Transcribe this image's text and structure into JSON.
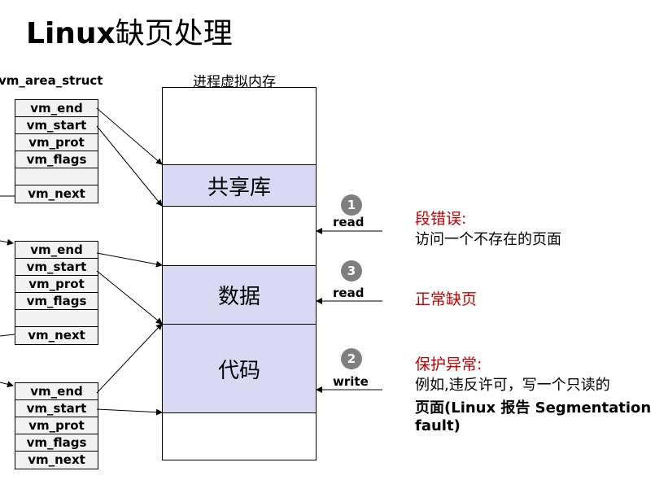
{
  "title": {
    "latin": "Linux",
    "cjk": "缺页处理"
  },
  "struct_label": "vm_area_struct",
  "memory_label": "进程虚拟内存",
  "structs": [
    {
      "rows": [
        "vm_end",
        "vm_start",
        "vm_prot",
        "vm_flags",
        "",
        "vm_next"
      ]
    },
    {
      "rows": [
        "vm_end",
        "vm_start",
        "vm_prot",
        "vm_flags",
        "",
        "vm_next"
      ]
    },
    {
      "rows": [
        "vm_end",
        "vm_start",
        "vm_prot",
        "vm_flags",
        "vm_next"
      ]
    }
  ],
  "regions": {
    "shared": "共享库",
    "data": "数据",
    "code": "代码"
  },
  "accesses": [
    {
      "num": "1",
      "op": "read",
      "title": "段错误:",
      "desc": [
        "访问一个不存在的页面"
      ]
    },
    {
      "num": "3",
      "op": "read",
      "title": "正常缺页",
      "desc": []
    },
    {
      "num": "2",
      "op": "write",
      "title": "保护异常:",
      "desc": [
        "例如,违反许可，写一个只读的",
        "页面(Linux 报告 Segmentation",
        "fault)"
      ]
    }
  ],
  "colors": {
    "region_fill": "#d9d9f3",
    "note_red": "#c00000",
    "badge": "#7f7f7f"
  }
}
